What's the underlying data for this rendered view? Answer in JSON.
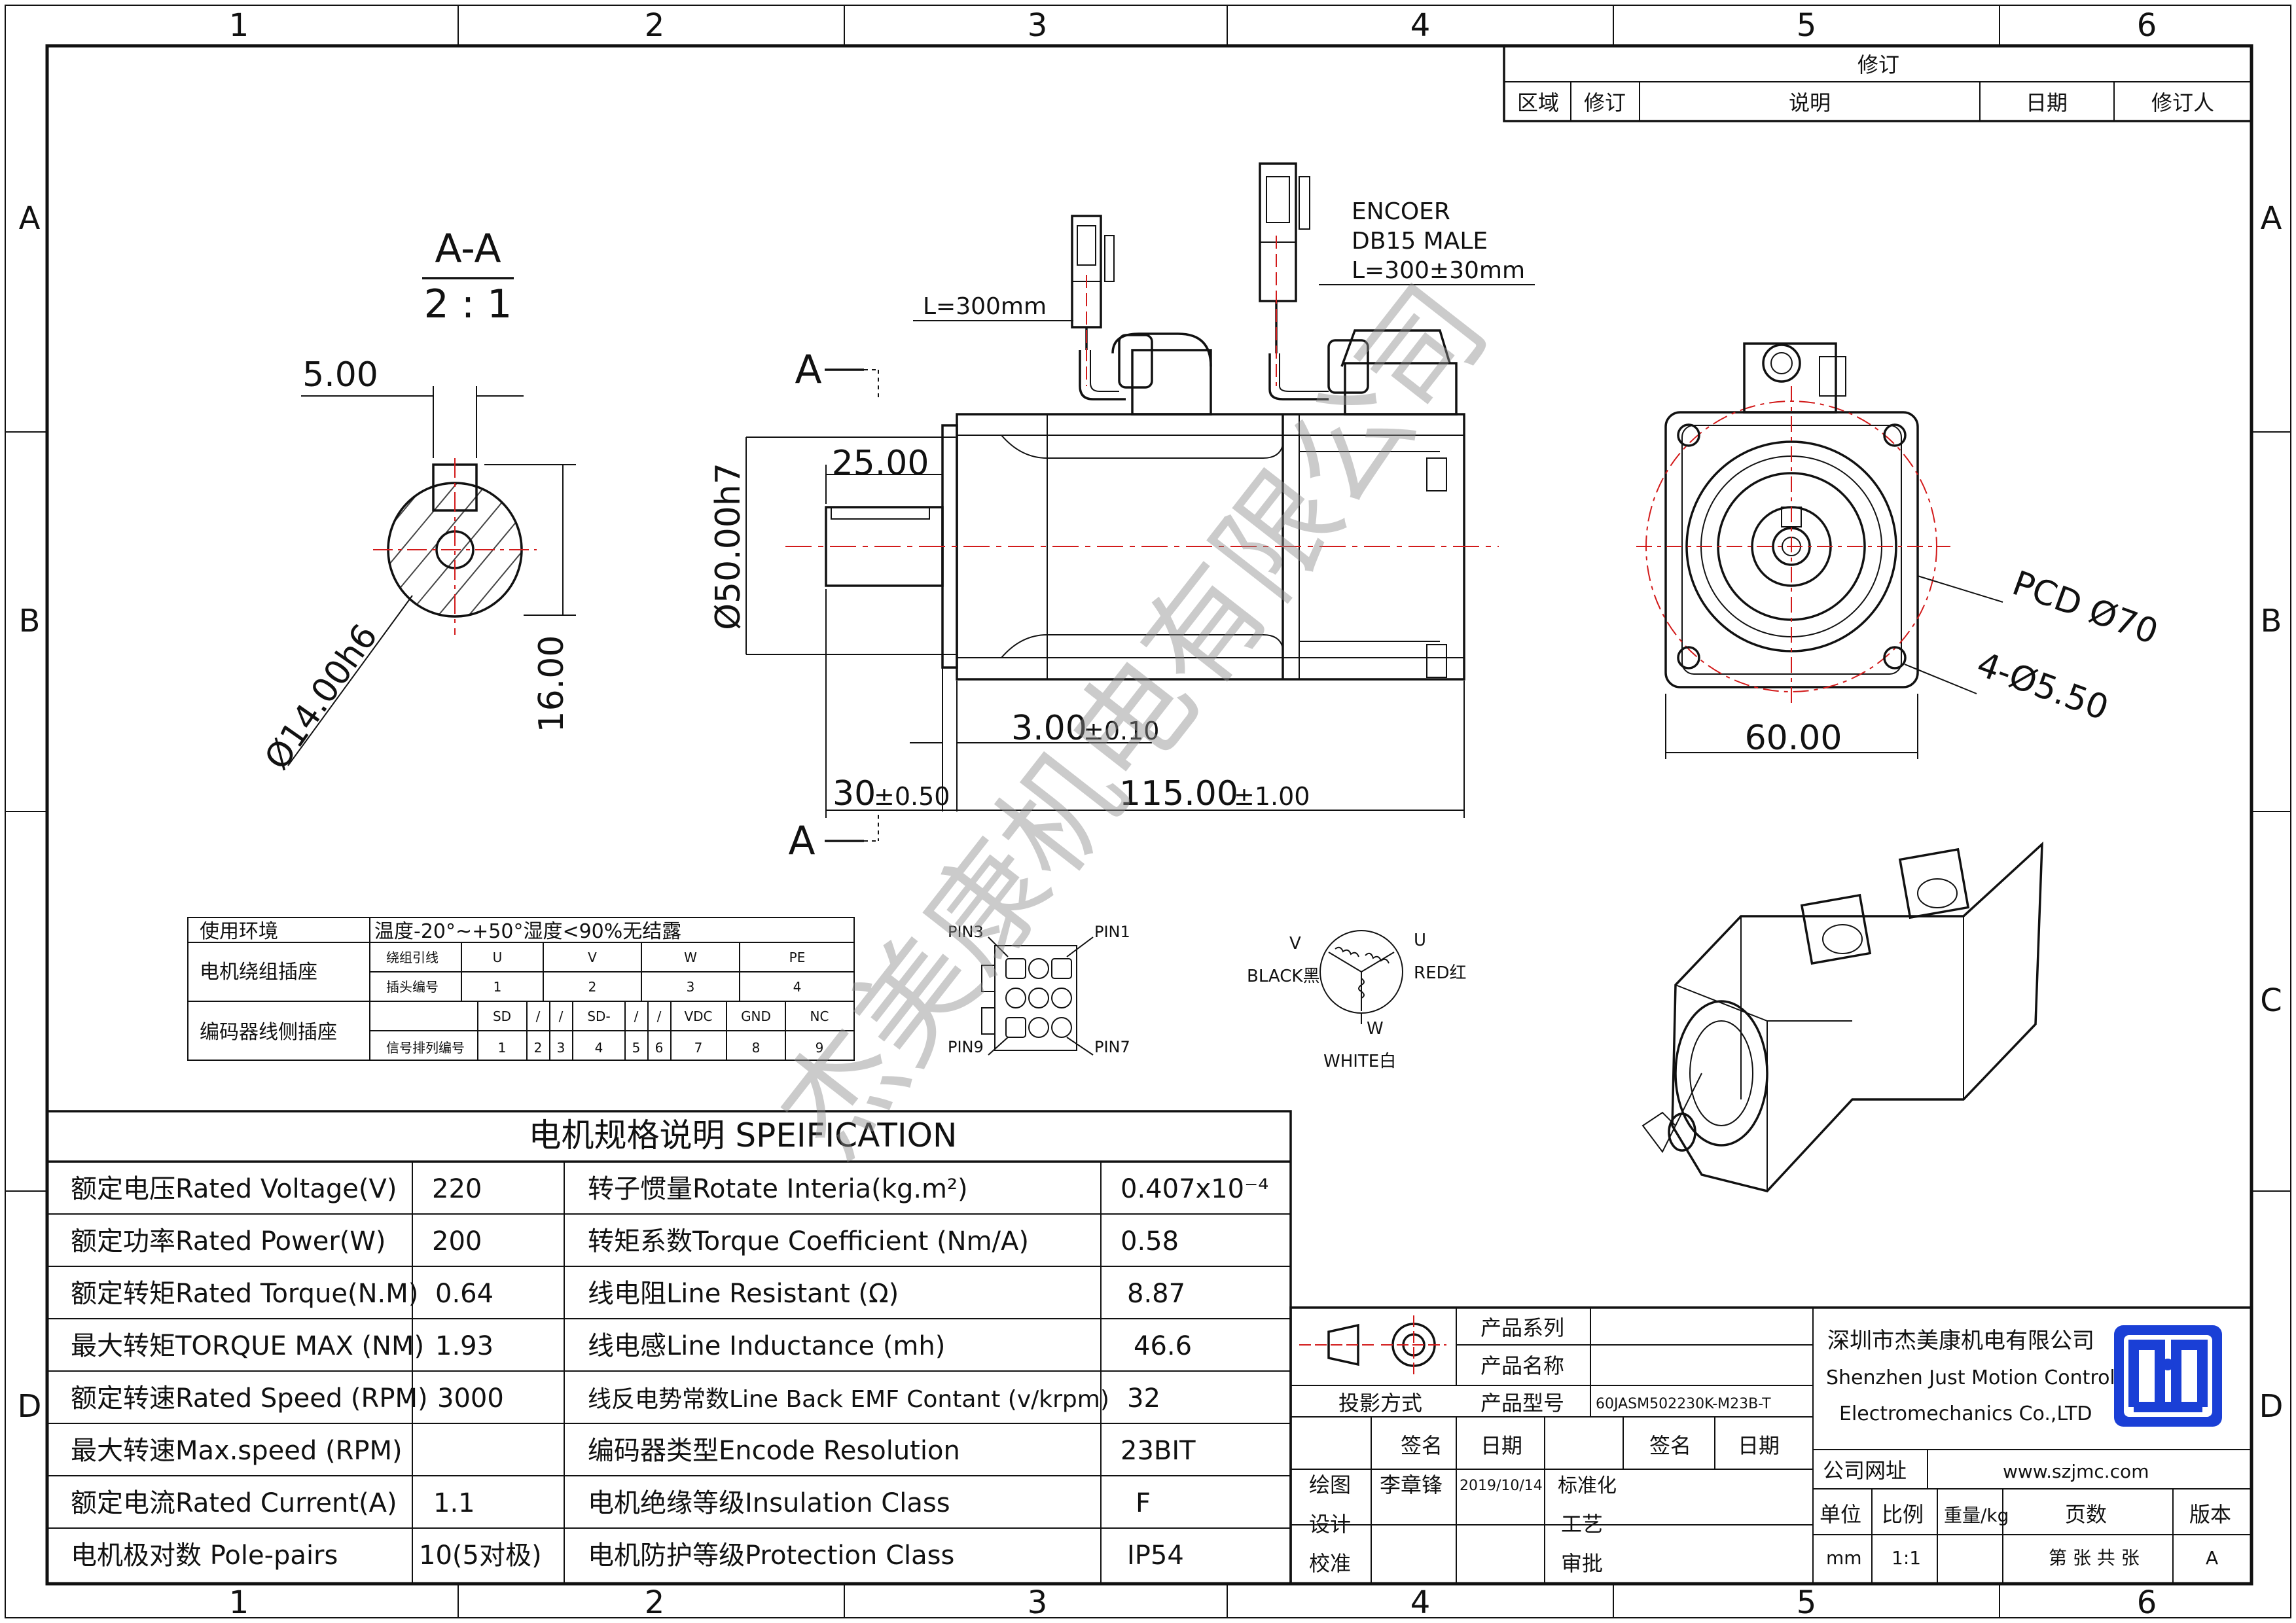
{
  "frame": {
    "columns": [
      "1",
      "2",
      "3",
      "4",
      "5",
      "6"
    ],
    "rows": [
      "A",
      "B",
      "C",
      "D"
    ]
  },
  "revision": {
    "title": "修订",
    "headers": [
      "区域",
      "修订",
      "说明",
      "日期",
      "修订人"
    ]
  },
  "section_view": {
    "label": "A-A",
    "scale": "2 : 1",
    "key_width": "5.00",
    "key_height": "16.00",
    "diameter": "Ø14.00h6"
  },
  "side_view": {
    "section_mark": "A",
    "cable_power_length": "L=300mm",
    "encoder_line1": "ENCOER",
    "encoder_line2": "DB15 MALE",
    "encoder_line3": "L=300±30mm",
    "dim_shaft_length": "25.00",
    "dim_flange_diameter": "Ø50.00h7",
    "dim_spigot": "3.00",
    "dim_spigot_tol": "±0.10",
    "dim_shaft_total": "30",
    "dim_shaft_total_tol": "±0.50",
    "dim_body_length": "115.00",
    "dim_body_length_tol": "±1.00"
  },
  "front_view": {
    "pcd": "PCD Ø70",
    "holes": "4-Ø5.50",
    "width": "60.00"
  },
  "environment_table": {
    "rows": [
      {
        "label": "使用环境",
        "value": "温度-20°~+50°湿度<90%无结露"
      },
      {
        "label": "电机绕组插座"
      },
      {
        "label": "编码器线侧插座"
      }
    ],
    "winding_header_1": "绕组引线",
    "winding_header_2": "插头编号",
    "winding_leads": [
      "U",
      "V",
      "W",
      "PE"
    ],
    "winding_pins": [
      "1",
      "2",
      "3",
      "4"
    ],
    "encoder_header": "信号排列编号",
    "encoder_signals": [
      "SD",
      "/",
      "/",
      "SD-",
      "/",
      "/",
      "VDC",
      "GND",
      "NC"
    ],
    "encoder_pins": [
      "1",
      "2",
      "3",
      "4",
      "5",
      "6",
      "7",
      "8",
      "9"
    ]
  },
  "connector": {
    "pin3": "PIN3",
    "pin1": "PIN1",
    "pin9": "PIN9",
    "pin7": "PIN7"
  },
  "winding_diagram": {
    "v": "V",
    "u": "U",
    "w": "W",
    "black": "BLACK黑",
    "red": "RED红",
    "white": "WHITE白"
  },
  "spec": {
    "title": "电机规格说明 SPEIFICATION",
    "rows": [
      {
        "l_label": "额定电压Rated Voltage(V)",
        "l_val": "220",
        "r_label": "转子惯量Rotate Interia(kg.m²)",
        "r_val": "0.407x10⁻⁴"
      },
      {
        "l_label": "额定功率Rated Power(W)",
        "l_val": "200",
        "r_label": "转矩系数Torque Coefficient (Nm/A)",
        "r_val": "0.58"
      },
      {
        "l_label": "额定转矩Rated Torque(N.M)",
        "l_val": "0.64",
        "r_label": "线电阻Line Resistant (Ω)",
        "r_val": "8.87"
      },
      {
        "l_label": "最大转矩TORQUE MAX (NM)",
        "l_val": "1.93",
        "r_label": "线电感Line Inductance (mh)",
        "r_val": "46.6"
      },
      {
        "l_label": "额定转速Rated Speed (RPM)",
        "l_val": "3000",
        "r_label": "线反电势常数Line Back EMF Contant (v/krpm)",
        "r_val": "32"
      },
      {
        "l_label": "最大转速Max.speed (RPM)",
        "l_val": "",
        "r_label": "编码器类型Encode Resolution",
        "r_val": "23BIT"
      },
      {
        "l_label": "额定电流Rated Current(A)",
        "l_val": "1.1",
        "r_label": "电机绝缘等级Insulation Class",
        "r_val": "F"
      },
      {
        "l_label": "电机极对数 Pole-pairs",
        "l_val": "10(5对极)",
        "r_label": "电机防护等级Protection Class",
        "r_val": "IP54"
      }
    ]
  },
  "title_block": {
    "product_series": "产品系列",
    "product_name": "产品名称",
    "projection": "投影方式",
    "product_model": "产品型号",
    "model_value": "60JASM502230K-M23B-T",
    "sign": "签名",
    "date": "日期",
    "drawn": "绘图",
    "drawn_by": "李章锋",
    "drawn_date": "2019/10/14",
    "standard": "标准化",
    "design": "设计",
    "process": "工艺",
    "check": "校准",
    "approve": "审批",
    "company_cn": "深圳市杰美康机电有限公司",
    "company_en1": "Shenzhen Just Motion Control",
    "company_en2": "Electromechanics Co.,LTD",
    "website_label": "公司网址",
    "website": "www.szjmc.com",
    "unit": "单位",
    "ratio": "比例",
    "weight": "重量/kg",
    "pages": "页数",
    "version": "版本",
    "unit_val": "mm",
    "ratio_val": "1:1",
    "pages_val": "第 张 共 张",
    "version_val": "A"
  },
  "watermark": "杰美康机电有限公司",
  "colors": {
    "centerline": "#d21a1a",
    "logo": "#1a3fd6",
    "ink": "#111111"
  }
}
